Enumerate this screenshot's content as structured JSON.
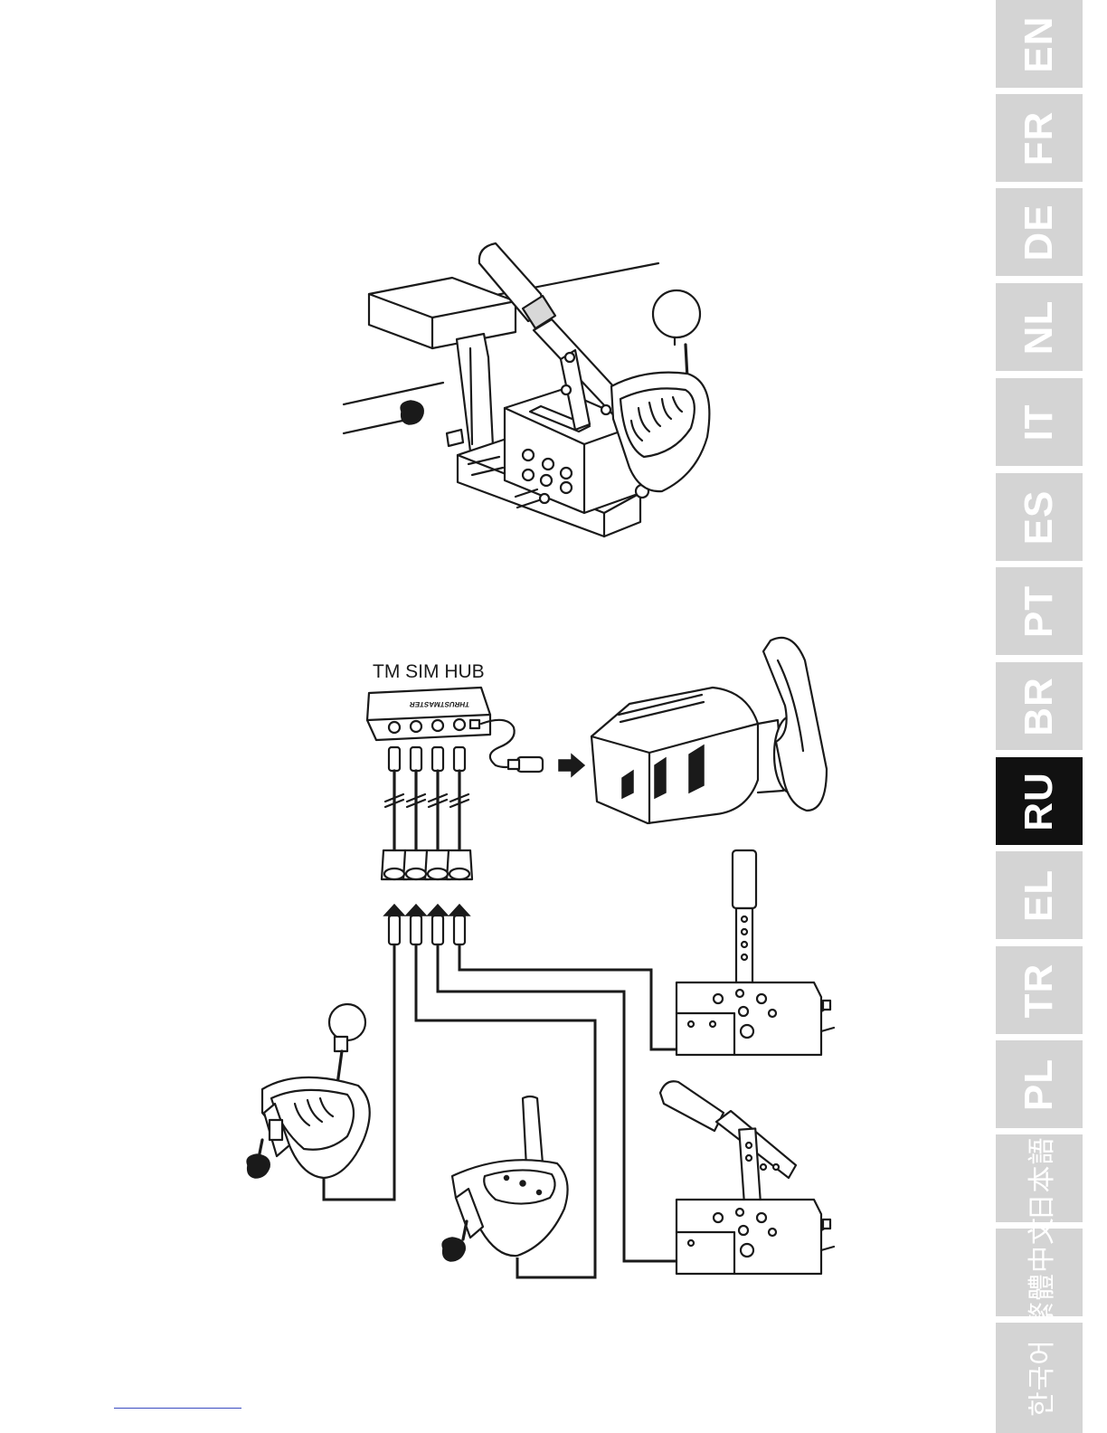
{
  "diagram": {
    "hub_label": "TM SIM HUB",
    "hub_brand": "THRUSTMASTER"
  },
  "language_tabs": [
    {
      "code": "EN",
      "active": false
    },
    {
      "code": "FR",
      "active": false
    },
    {
      "code": "DE",
      "active": false
    },
    {
      "code": "NL",
      "active": false
    },
    {
      "code": "IT",
      "active": false
    },
    {
      "code": "ES",
      "active": false
    },
    {
      "code": "PT",
      "active": false
    },
    {
      "code": "BR",
      "active": false
    },
    {
      "code": "RU",
      "active": true
    },
    {
      "code": "EL",
      "active": false
    },
    {
      "code": "TR",
      "active": false
    },
    {
      "code": "PL",
      "active": false
    },
    {
      "code": "日本語",
      "active": false
    },
    {
      "code": "繁體中文",
      "active": false
    },
    {
      "code": "한국어",
      "active": false
    }
  ],
  "colors": {
    "tab_inactive": "#d4d4d4",
    "tab_active": "#111111",
    "line": "#1a1a1a",
    "footer_link": "#3a4cc0"
  }
}
